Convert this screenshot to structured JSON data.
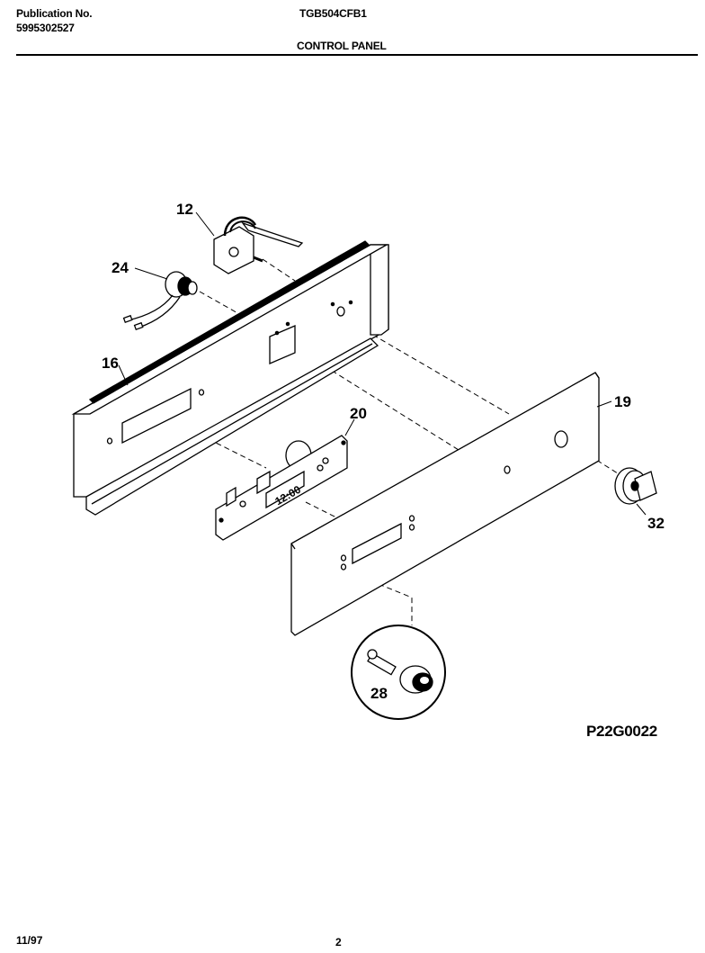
{
  "header": {
    "publication_label": "Publication No.",
    "publication_number": "5995302527",
    "model": "TGB504CFB1",
    "section_title": "CONTROL PANEL"
  },
  "callouts": {
    "c12": "12",
    "c24": "24",
    "c16": "16",
    "c20": "20",
    "c19": "19",
    "c32": "32",
    "c28": "28"
  },
  "display_readout": "12:00",
  "figure_code": "P22G0022",
  "footer": {
    "date": "11/97",
    "page": "2"
  }
}
